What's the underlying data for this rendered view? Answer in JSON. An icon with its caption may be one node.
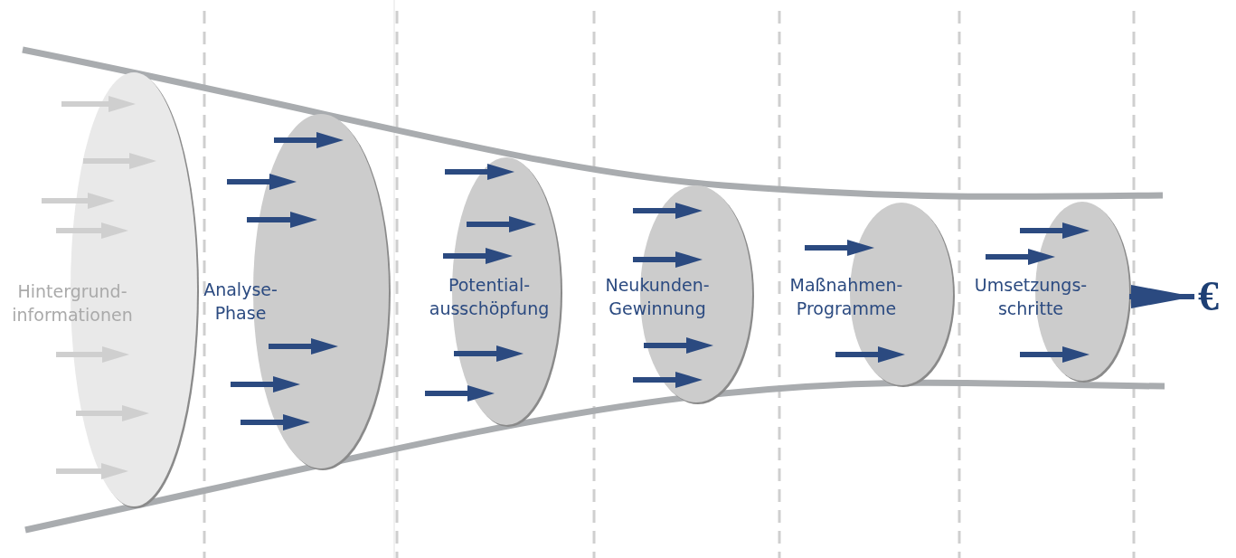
{
  "diagram": {
    "nodes": [
      {
        "text": [
          "Hintergrund-informationen"
        ]
      },
      {
        "text": [
          "Analyse-Phase"
        ]
      },
      {
        "text": [
          "Potential-ausschöpfung"
        ]
      },
      {
        "text": [
          "Neukunden-Gewinnung"
        ]
      },
      {
        "text": [
          "Maßnahmen-Programme"
        ]
      },
      {
        "text": [
          "Umsetzungs-schritte"
        ]
      },
      {
        "text": [
          "€"
        ]
      }
    ],
    "edges": [
      {
        "from": 5,
        "to": 6,
        "arrow": "to"
      }
    ]
  }
}
